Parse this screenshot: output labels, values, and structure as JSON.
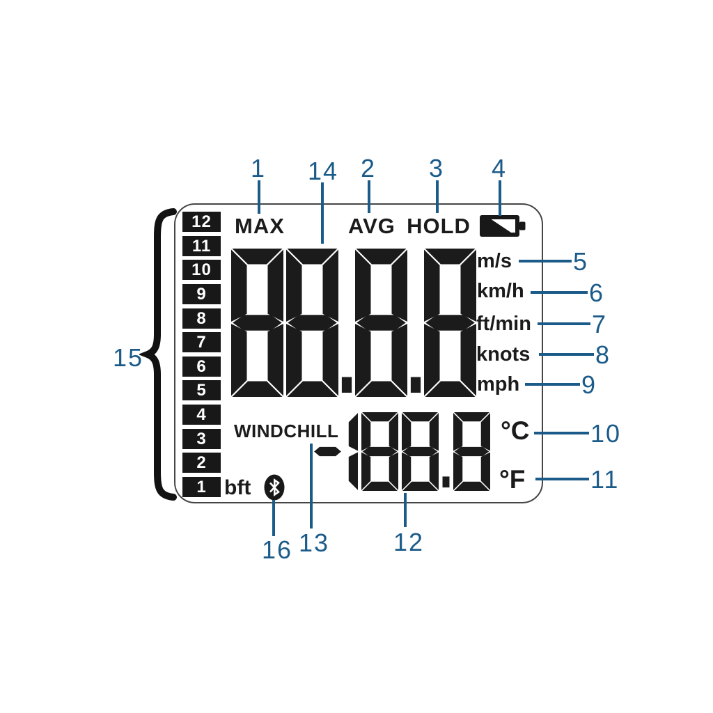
{
  "colors": {
    "callout": "#1b5b89",
    "segment": "#1b1b1b",
    "lcd_black": "#181818"
  },
  "lcd": {
    "indicators": {
      "max": "MAX",
      "avg": "AVG",
      "hold": "HOLD"
    },
    "battery_icon": "battery-low-icon",
    "main_display": {
      "value": "88.8.8"
    },
    "units_speed": [
      "m/s",
      "km/h",
      "ft/min",
      "knots",
      "mph"
    ],
    "windchill": {
      "label": "WINDCHILL",
      "value": "-188.8"
    },
    "units_temp": [
      "°C",
      "°F"
    ],
    "beaufort": {
      "levels": [
        "12",
        "11",
        "10",
        "9",
        "8",
        "7",
        "6",
        "5",
        "4",
        "3",
        "2",
        "1"
      ],
      "unit_label": "bft"
    },
    "bluetooth_icon": "bluetooth-icon"
  },
  "callouts": {
    "c1": "1",
    "c2": "2",
    "c3": "3",
    "c4": "4",
    "c5": "5",
    "c6": "6",
    "c7": "7",
    "c8": "8",
    "c9": "9",
    "c10": "10",
    "c11": "11",
    "c12": "12",
    "c13": "13",
    "c14": "14",
    "c15": "15",
    "c16": "16"
  }
}
